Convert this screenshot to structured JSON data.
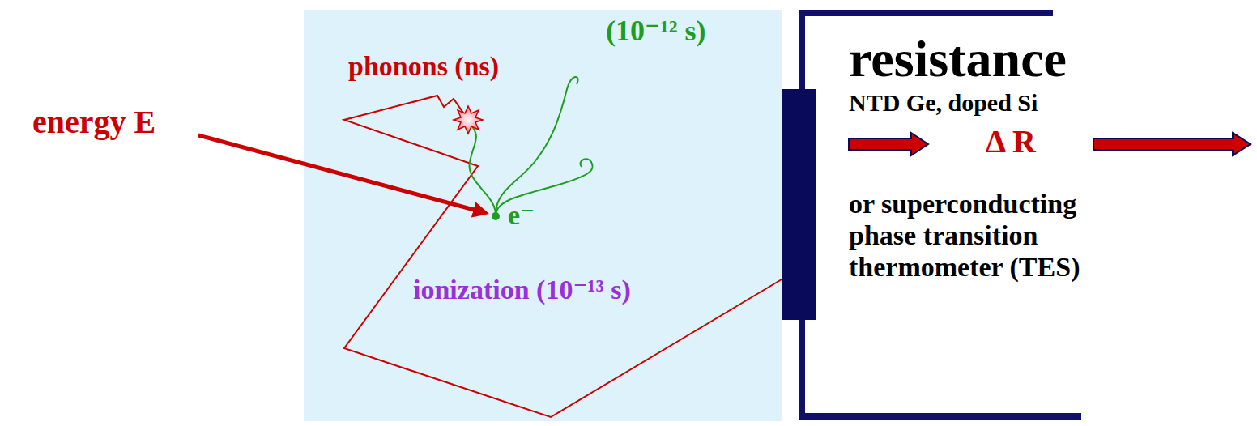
{
  "diagram": {
    "nodes": [
      {
        "text": [
          "phonons (ns)",
          "(10⁻¹² s)",
          "e⁻",
          "ionization (10⁻¹³ s)"
        ]
      }
    ],
    "labels": [
      "energy E",
      "resistance",
      "NTD Ge, doped Si",
      "Δ R",
      "or superconducting phase transition thermometer (TES)"
    ]
  }
}
